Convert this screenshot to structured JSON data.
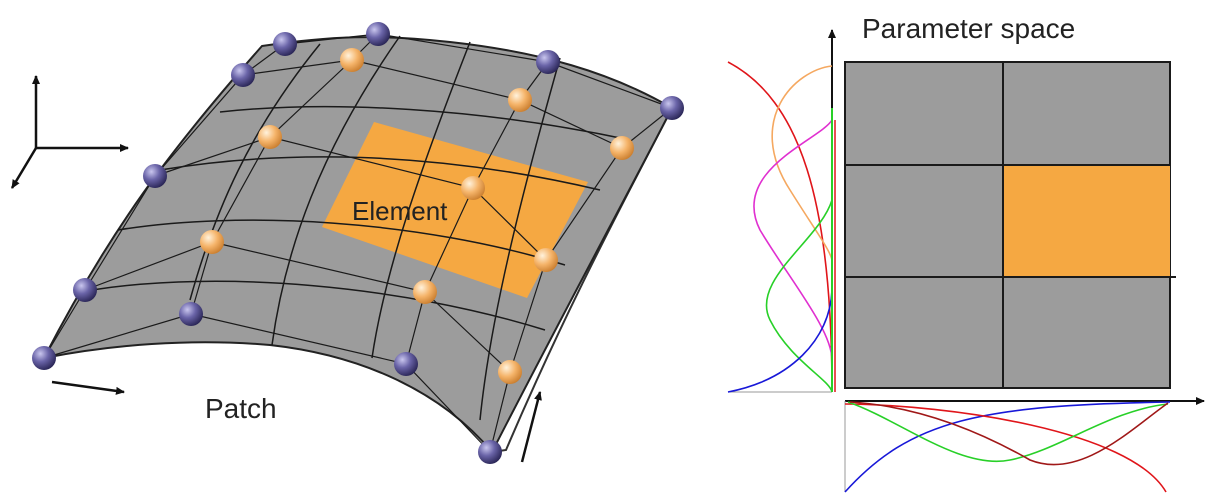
{
  "labels": {
    "parameter_space": "Parameter space",
    "element": "Element",
    "patch": "Patch"
  },
  "colors": {
    "surface": "#9c9c9c",
    "element": "#f5a842",
    "grid_line": "#1a1a1a",
    "control_point_outer": "#5a5590",
    "element_point": "#f2b56c",
    "curve_red": "#e0151a",
    "curve_orange": "#f5a860",
    "curve_magenta": "#e030d0",
    "curve_green": "#28d028",
    "curve_blue": "#1818d8",
    "curve_darkred": "#a01818"
  },
  "icons": [
    "axes-icon",
    "arrow-icon",
    "control-point-icon"
  ]
}
